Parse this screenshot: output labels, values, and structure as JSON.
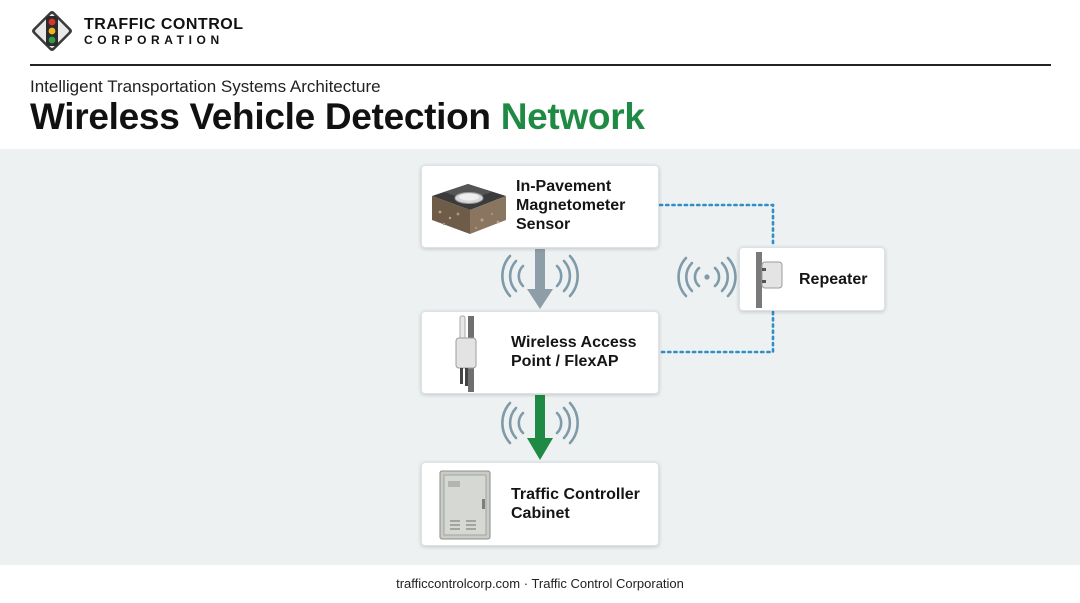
{
  "brand": {
    "line1": "TRAFFIC CONTROL",
    "line2": "CORPORATION"
  },
  "header": {
    "subtitle": "Intelligent Transportation Systems Architecture",
    "title_main": "Wireless Vehicle Detection",
    "title_accent": "Network"
  },
  "nodes": {
    "sensor": {
      "line1": "In-Pavement",
      "line2": "Magnetometer",
      "line3": "Sensor",
      "icon": "magnetometer-sensor-icon"
    },
    "access_point": {
      "line1": "Wireless Access",
      "line2": "Point / FlexAP",
      "icon": "access-point-icon"
    },
    "cabinet": {
      "line1": "Traffic Controller",
      "line2": "Cabinet",
      "icon": "controller-cabinet-icon"
    },
    "repeater": {
      "line1": "Repeater",
      "icon": "repeater-icon"
    }
  },
  "colors": {
    "accent_green": "#1f8a43",
    "arrow_gray": "#8e9ea8",
    "link_blue": "#2f8fc6",
    "wave_gray": "#7f9aa8"
  },
  "footer": {
    "text": "trafficcontrolcorp.com · Traffic Control Corporation"
  }
}
